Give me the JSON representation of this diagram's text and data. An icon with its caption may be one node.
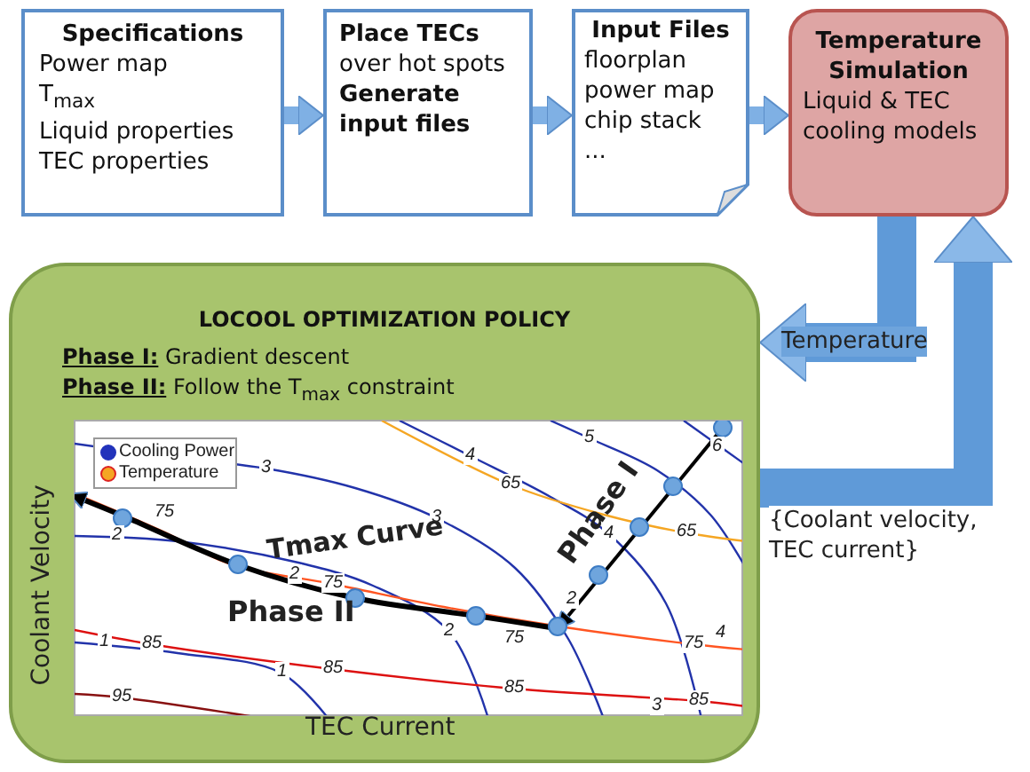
{
  "diagram": {
    "nodes": [
      {
        "text": [
          "Specifications",
          "Power map",
          "T$_{max}$",
          "Liquid properties",
          "TEC properties"
        ]
      },
      {
        "text": [
          "Place TECs",
          "over hot spots",
          "Generate input files"
        ]
      },
      {
        "text": [
          "Input Files",
          "floorplan",
          "power map",
          "chip stack",
          "..."
        ]
      },
      {
        "text": [
          "Temperature Simulation",
          "Liquid & TEC cooling models"
        ]
      },
      {
        "text": [
          "LOCOOL OPTIMIZATION POLICY",
          "**Phase I:** Gradient descent",
          "**Phase II:** Follow the T$_{max}$ constraint"
        ]
      }
    ],
    "edges": [
      {
        "from": 0,
        "to": 1,
        "arrow": "to"
      },
      {
        "from": 1,
        "to": 2,
        "arrow": "to"
      },
      {
        "from": 2,
        "to": 3,
        "arrow": "to"
      },
      {
        "from": 3,
        "to": 4,
        "arrow": "to",
        "label": "Temperature",
        "style": "thick"
      },
      {
        "from": 4,
        "to": 3,
        "arrow": "to",
        "label": "{Coolant velocity, TEC current}",
        "style": "thick"
      }
    ],
    "legend": [
      {
        "text": "Cooling Power"
      },
      {
        "text": "Temperature"
      }
    ],
    "labels": [
      "5",
      "4",
      "3",
      "65",
      "6",
      "3",
      "Tmax Curve",
      "2",
      "75",
      "Phase I",
      "2",
      "4",
      "65",
      "75",
      "Phase II",
      "2",
      "75",
      "2",
      "1",
      "85",
      "4",
      "75",
      "1",
      "85",
      "85",
      "95",
      "85",
      "3",
      "Coolant Velocity",
      "TEC Current"
    ]
  }
}
